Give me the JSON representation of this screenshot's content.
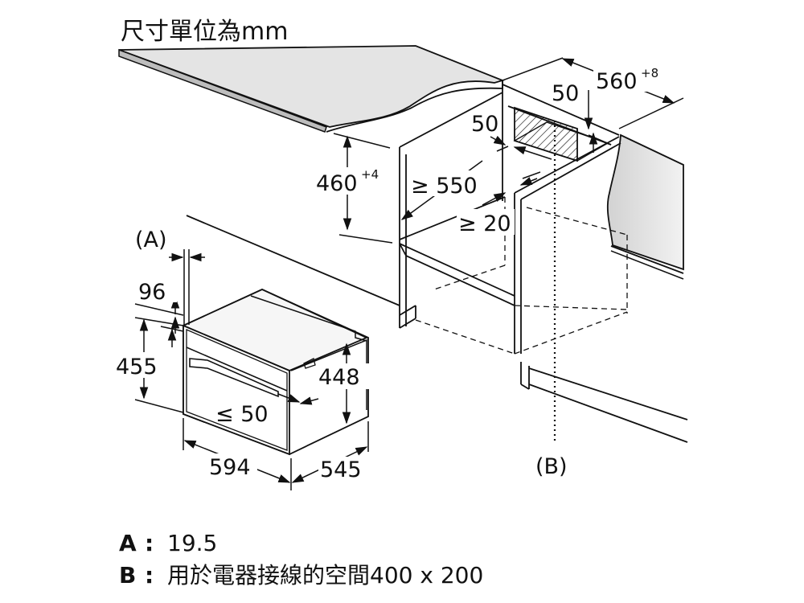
{
  "header": {
    "unit_note": "尺寸單位為mm"
  },
  "dimensions": {
    "d460": "460",
    "d460_sup": "+4",
    "d560": "560",
    "d560_sup": "+8",
    "d50_top": "50",
    "d50_side": "50",
    "d550": "≥ 550",
    "d20": "≥ 20",
    "d96": "96",
    "d455": "455",
    "d448": "448",
    "d50_vent": "≤ 50",
    "d594": "594",
    "d545": "545"
  },
  "callouts": {
    "a": "(A)",
    "b": "(B)"
  },
  "legend": {
    "a_key": "A",
    "a_text": "19.5",
    "b_key": "B",
    "b_text": "用於電器接線的空間400 x 200",
    "colon": ":"
  }
}
